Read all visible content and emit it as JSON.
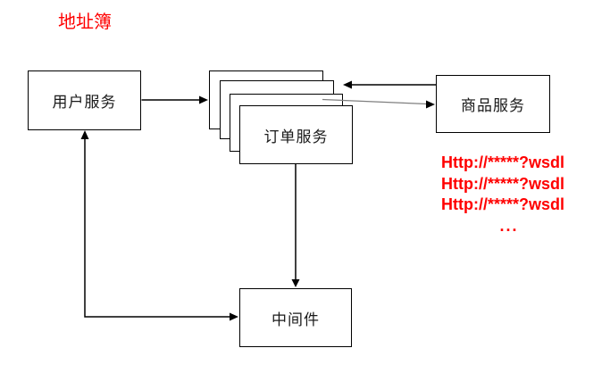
{
  "title": {
    "text": "地址簿"
  },
  "nodes": {
    "user_service": {
      "label": "用户服务"
    },
    "order_service": {
      "label": "订单服务",
      "stack_count": 4
    },
    "product_service": {
      "label": "商品服务"
    },
    "middleware": {
      "label": "中间件"
    }
  },
  "edges": [
    {
      "from": "user_service",
      "to": "order_service",
      "style": "arrow"
    },
    {
      "from": "product_service",
      "to": "order_service",
      "style": "arrow"
    },
    {
      "from": "order_service",
      "to": "product_service",
      "style": "thin-gray-arrow"
    },
    {
      "from": "order_service",
      "to": "middleware",
      "style": "arrow"
    },
    {
      "from": "user_service",
      "to": "middleware",
      "style": "double-headed-elbow"
    }
  ],
  "annotations": {
    "wsdl_lines": [
      "Http://*****?wsdl",
      "Http://*****?wsdl",
      "Http://*****?wsdl"
    ],
    "ellipsis": "..."
  },
  "colors": {
    "accent_red": "#ff0000",
    "line": "#000000",
    "thin_line": "#7f7f7f",
    "background": "#ffffff"
  }
}
